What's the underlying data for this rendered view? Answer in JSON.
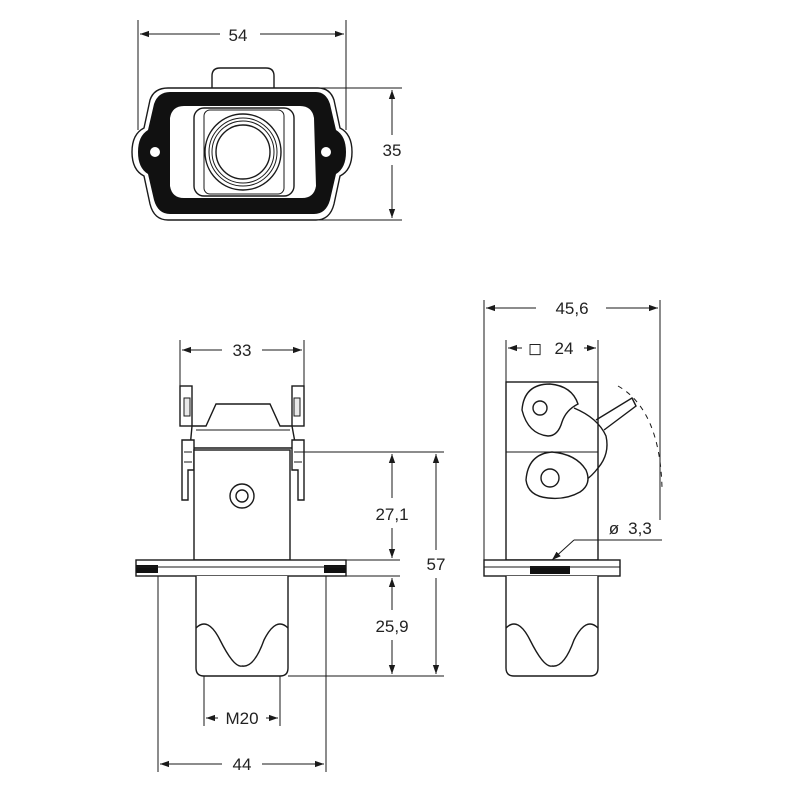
{
  "dimensions": {
    "top_width": "54",
    "top_height": "35",
    "front_width_upper": "33",
    "front_height_upper": "27,1",
    "front_total_height": "57",
    "front_height_lower": "25,9",
    "thread": "M20",
    "front_width_flange": "44",
    "side_total_width": "45,6",
    "side_square": "24",
    "side_hole_diameter": "3,3"
  },
  "symbols": {
    "square_symbol": "◻",
    "diameter_symbol": "ø"
  }
}
